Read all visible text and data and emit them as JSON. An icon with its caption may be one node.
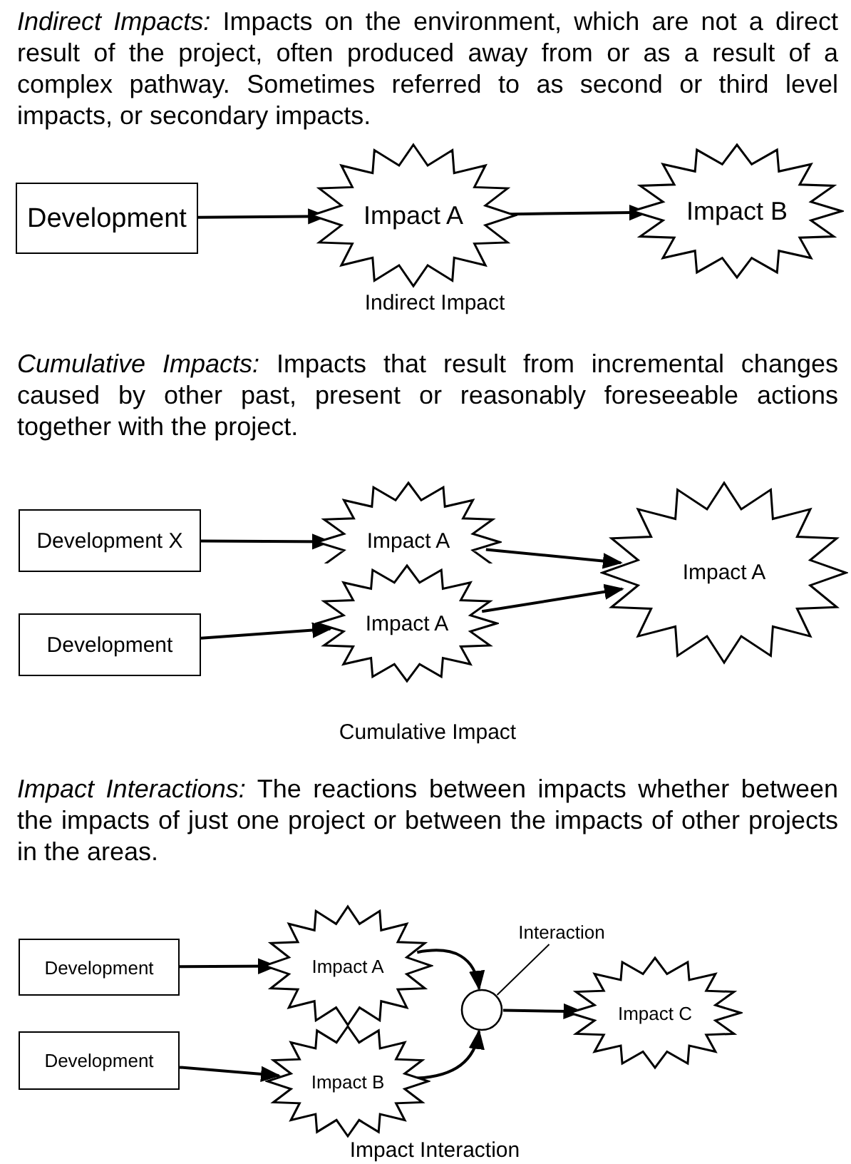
{
  "diagram": {
    "nodes": [
      {
        "text": [
          "Development"
        ]
      },
      {
        "text": [
          "Impact A"
        ]
      },
      {
        "text": [
          "Impact B"
        ]
      },
      {
        "text": [
          "Development X"
        ]
      },
      {
        "text": [
          "Development"
        ]
      },
      {
        "text": [
          "Impact A"
        ]
      },
      {
        "text": [
          "Impact A"
        ]
      },
      {
        "text": [
          "Impact A"
        ]
      },
      {
        "text": [
          "Development"
        ]
      },
      {
        "text": [
          "Development"
        ]
      },
      {
        "text": [
          "Impact A"
        ]
      },
      {
        "text": [
          "Impact B"
        ]
      },
      {
        "text": [],
        "shape": "circle"
      },
      {
        "text": [
          "Interaction"
        ]
      },
      {
        "text": [
          "Impact C"
        ]
      }
    ],
    "edges": [
      {
        "from": 0,
        "to": 1,
        "arrow": "to"
      },
      {
        "from": 1,
        "to": 2,
        "arrow": "to"
      },
      {
        "from": 3,
        "to": 5,
        "arrow": "to"
      },
      {
        "from": 4,
        "to": 6,
        "arrow": "to"
      },
      {
        "from": 5,
        "to": 7,
        "arrow": "to"
      },
      {
        "from": 6,
        "to": 7,
        "arrow": "to"
      },
      {
        "from": 8,
        "to": 10,
        "arrow": "to"
      },
      {
        "from": 9,
        "to": 11,
        "arrow": "to"
      },
      {
        "from": 10,
        "to": 12,
        "arrow": "to"
      },
      {
        "from": 11,
        "to": 12,
        "arrow": "to"
      },
      {
        "from": 12,
        "to": 14,
        "arrow": "to"
      },
      {
        "from": 13,
        "to": 12,
        "arrow": "none"
      }
    ],
    "labels": [
      "*Indirect Impacts:* Impacts on the environment, which are not a direct result of the project, often produced away from or as a result of a complex pathway. Sometimes referred to as second or third level impacts, or secondary impacts.",
      "Indirect Impact",
      "*Cumulative Impacts:* Impacts that result from incremental changes caused by other past, present or reasonably foreseeable actions together with the project.",
      "Cumulative Impact",
      "*Impact Interactions:* The reactions between impacts whether between the impacts of just one project or between the impacts of other projects in the areas.",
      "Impact Interaction"
    ]
  }
}
